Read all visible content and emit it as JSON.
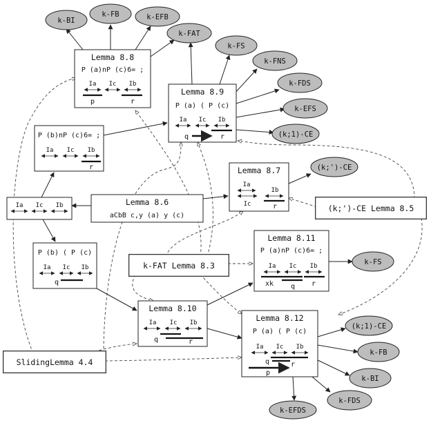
{
  "colors": {
    "ellipse_fill": "#bdbdbd",
    "stroke": "#222222",
    "box_fill": "#ffffff",
    "dashed": "#444444"
  },
  "ellipses": {
    "kbi_top": "k-BI",
    "kfb_top": "k-FB",
    "kefb_top": "k-EFB",
    "kfat_top": "k-FAT",
    "kfs_top": "k-FS",
    "kfns": "k-FNS",
    "kfds_mid": "k-FDS",
    "kefs": "k-EFS",
    "k1ce_mid": "(k;1)-CE",
    "kce": "(k;')-CE",
    "kfs_mid": "k-FS",
    "k1ce_bot": "(k;1)-CE",
    "kfb_bot": "k-FB",
    "kbi_bot": "k-BI",
    "kfds_bot": "k-FDS",
    "kefds": "k-EFDS"
  },
  "boxes": {
    "l88": {
      "title": "Lemma  8.8",
      "line": "P (a)nP (c)6= ;",
      "labels": [
        "Ia",
        "Ic",
        "Ib"
      ],
      "marks": [
        "p",
        "r"
      ]
    },
    "l89": {
      "title": "Lemma  8.9",
      "line": "P (a) ( P (c)",
      "labels": [
        "Ia",
        "Ic",
        "Ib"
      ],
      "marks": [
        "q",
        "r"
      ]
    },
    "mid": {
      "line": "P (b)nP (c)6= ;",
      "labels": [
        "Ia",
        "Ic",
        "Ib"
      ],
      "marks": [
        "r"
      ]
    },
    "l87": {
      "title": "Lemma  8.7",
      "labels": [
        "Ia",
        "Ib",
        "Ic"
      ],
      "marks": [
        "r"
      ]
    },
    "left": {
      "labels": [
        "Ia",
        "Ic",
        "Ib"
      ]
    },
    "l86": {
      "title": "Lemma  8.6",
      "line": "aCbB c,y (a)   y (c)"
    },
    "lower_left": {
      "line": "P (b) ( P (c)",
      "labels": [
        "Ia",
        "Ic",
        "Ib"
      ],
      "marks": [
        "q"
      ]
    },
    "l811": {
      "title": "Lemma  8.11",
      "line": "P (a)nP (c)6= ;",
      "labels": [
        "Ia",
        "Ic",
        "Ib"
      ],
      "marks": [
        "xk",
        "q",
        "r"
      ]
    },
    "l810": {
      "title": "Lemma  8.10",
      "labels": [
        "Ia",
        "Ic",
        "Ib"
      ],
      "marks": [
        "q",
        "r"
      ]
    },
    "l812": {
      "title": "Lemma  8.12",
      "line": "P (a) ( P (c)",
      "labels": [
        "Ia",
        "Ic",
        "Ib"
      ],
      "marks": [
        "q",
        "r",
        "p"
      ]
    }
  },
  "double_boxes": {
    "kce_lemma": "(k;')-CE Lemma  8.5",
    "kfat_lemma": "k-FAT Lemma  8.3",
    "sliding": "SlidingLemma  4.4"
  }
}
